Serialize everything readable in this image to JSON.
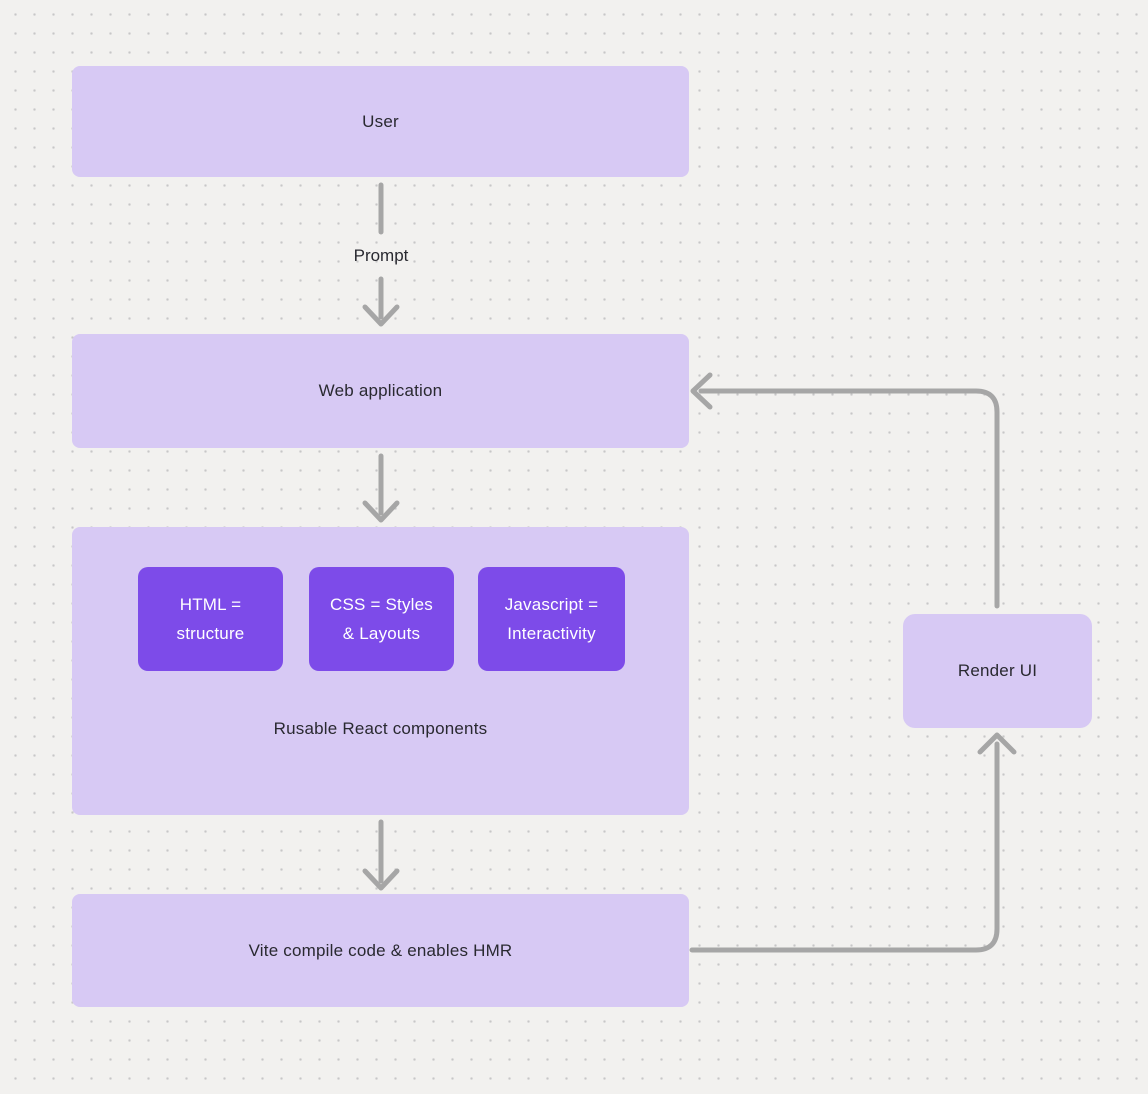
{
  "canvas": {
    "background_color": "#f2f1ef",
    "dot_color": "#c7c7c7"
  },
  "colors": {
    "node_light_fill": "#d7c9f4",
    "node_dark_fill": "#7d4be9",
    "connector": "#a6a6a6",
    "text_dark": "#292930",
    "text_light": "#ffffff"
  },
  "nodes": {
    "user": {
      "label": "User"
    },
    "web_application": {
      "label": "Web application"
    },
    "components_group": {
      "caption": "Rusable React components",
      "children": [
        {
          "label": "HTML = structure",
          "lines": [
            "HTML =",
            "structure"
          ]
        },
        {
          "label": "CSS = Styles & Layouts",
          "lines": [
            "CSS = Styles",
            "& Layouts"
          ]
        },
        {
          "label": "Javascript = Interactivity",
          "lines": [
            "Javascript =",
            "Interactivity"
          ]
        }
      ]
    },
    "vite": {
      "label": "Vite compile code & enables HMR"
    },
    "render_ui": {
      "label": "Render UI"
    }
  },
  "edges": {
    "user_to_webapp": {
      "label": "Prompt"
    },
    "webapp_to_components": {
      "label": ""
    },
    "components_to_vite": {
      "label": ""
    },
    "vite_to_renderui": {
      "label": ""
    },
    "renderui_to_webapp": {
      "label": ""
    }
  }
}
